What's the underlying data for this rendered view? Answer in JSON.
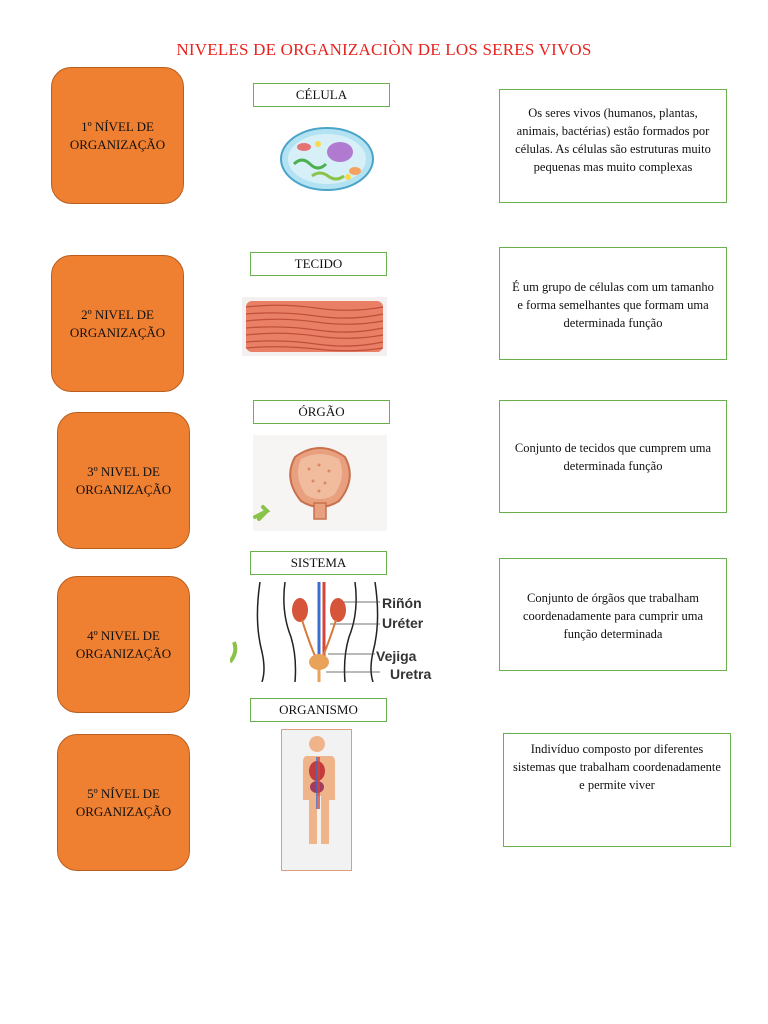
{
  "title": "NIVELES DE ORGANIZACIÒN DE LOS SERES VIVOS",
  "levels": [
    {
      "name": "1º NÍVEL DE ORGANIZAÇÃO",
      "label": "CÉLULA",
      "description": "Os seres vivos (humanos, plantas, animais, bactérias) estão formados por células. As células são estruturas muito pequenas mas muito complexas"
    },
    {
      "name": "2º NIVEL DE ORGANIZAÇÃO",
      "label": "TECIDO",
      "description": "É um grupo de células com um tamanho e forma semelhantes que formam uma determinada função"
    },
    {
      "name": "3º NIVEL DE ORGANIZAÇÃO",
      "label": "ÓRGÃO",
      "description": "Conjunto de tecidos que cumprem uma determinada função"
    },
    {
      "name": "4º NIVEL DE ORGANIZAÇÃO",
      "label": "SISTEMA",
      "description": "Conjunto de órgãos que trabalham coordenadamente para cumprir uma função determinada"
    },
    {
      "name": "5º NÍVEL DE ORGANIZAÇÃO",
      "label": "ORGANISMO",
      "description": "Indivíduo composto por diferentes sistemas que trabalham coordenadamente e permite viver"
    }
  ],
  "system_image_labels": [
    "Riñón",
    "Uréter",
    "Vejiga",
    "Uretra"
  ],
  "colors": {
    "level_fill": "#ef7f31",
    "box_border": "#6ab04c",
    "title": "#e8231f"
  }
}
